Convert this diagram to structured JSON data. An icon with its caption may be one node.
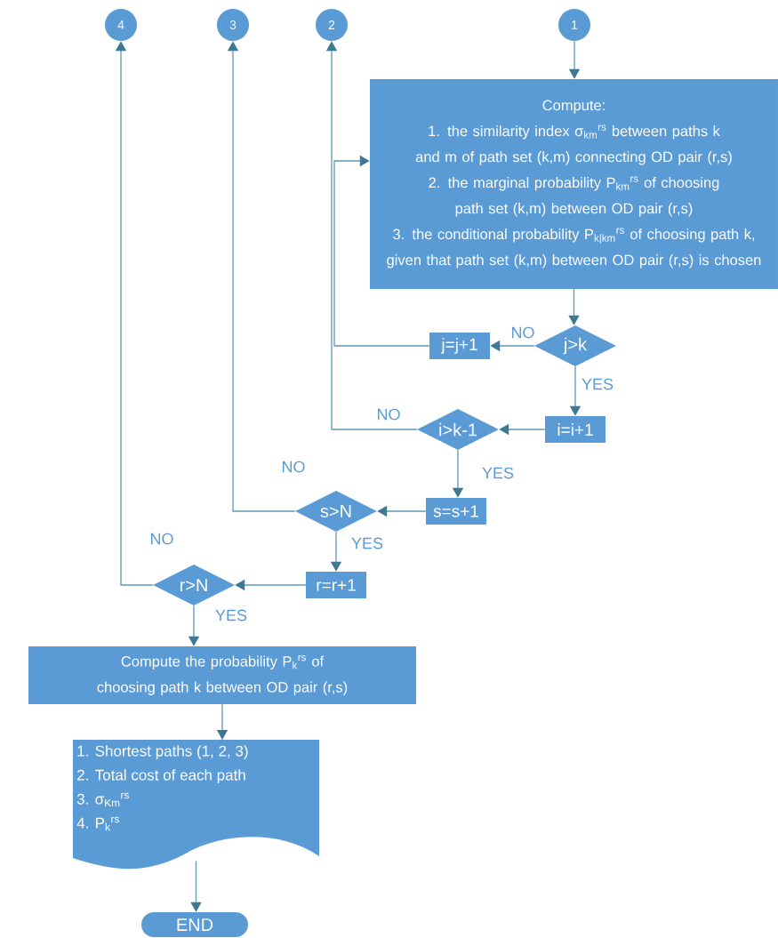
{
  "diagram": {
    "nodes": [
      {
        "text": [
          "4"
        ]
      },
      {
        "text": [
          "3"
        ]
      },
      {
        "text": [
          "2"
        ]
      },
      {
        "text": [
          "1"
        ]
      },
      {
        "text": [
          "Compute:",
          "1. the similarity index σ$_{km}$$^{rs}$ between paths k and m of path set (k,m) connecting OD pair (r,s)",
          "2. the marginal probability P$_{km}$$^{rs}$ of choosing path set (k,m) between OD pair (r,s)",
          "3. the conditional probability P$_{k|km}$$^{rs}$ of choosing path k, given that path set (k,m) between OD pair (r,s) is chosen"
        ]
      },
      {
        "text": [
          "j>k"
        ]
      },
      {
        "text": [
          "j=j+1"
        ]
      },
      {
        "text": [
          "i=i+1"
        ]
      },
      {
        "text": [
          "i>k-1"
        ]
      },
      {
        "text": [
          "s=s+1"
        ]
      },
      {
        "text": [
          "s>N"
        ]
      },
      {
        "text": [
          "r=r+1"
        ]
      },
      {
        "text": [
          "r>N"
        ]
      },
      {
        "text": [
          "Compute the probability P$_{k}$$^{rs}$ of choosing path k between OD pair (r,s)"
        ]
      },
      {
        "text": [
          "1. Shortest paths (1, 2, 3)",
          "2. Total cost of each path",
          "3. σ$_{Km}$$^{rs}$",
          "4. P$_{k}$$^{rs}$"
        ]
      },
      {
        "text": [
          "END"
        ]
      }
    ],
    "edges": [
      {
        "from": 3,
        "to": 4,
        "arrow": "to"
      },
      {
        "from": 4,
        "to": 5,
        "arrow": "to"
      },
      {
        "from": 5,
        "to": 6,
        "arrow": "to",
        "label": "NO"
      },
      {
        "from": 6,
        "to": 4,
        "arrow": "to"
      },
      {
        "from": 5,
        "to": 7,
        "arrow": "to",
        "label": "YES"
      },
      {
        "from": 7,
        "to": 8,
        "arrow": "to"
      },
      {
        "from": 8,
        "to": 2,
        "arrow": "to",
        "label": "NO"
      },
      {
        "from": 8,
        "to": 9,
        "arrow": "to",
        "label": "YES"
      },
      {
        "from": 9,
        "to": 10,
        "arrow": "to"
      },
      {
        "from": 10,
        "to": 1,
        "arrow": "to",
        "label": "NO"
      },
      {
        "from": 10,
        "to": 11,
        "arrow": "to",
        "label": "YES"
      },
      {
        "from": 11,
        "to": 12,
        "arrow": "to"
      },
      {
        "from": 12,
        "to": 0,
        "arrow": "to",
        "label": "NO"
      },
      {
        "from": 12,
        "to": 13,
        "arrow": "to",
        "label": "YES"
      },
      {
        "from": 13,
        "to": 14,
        "arrow": "to"
      },
      {
        "from": 14,
        "to": 15,
        "arrow": "to"
      }
    ]
  }
}
